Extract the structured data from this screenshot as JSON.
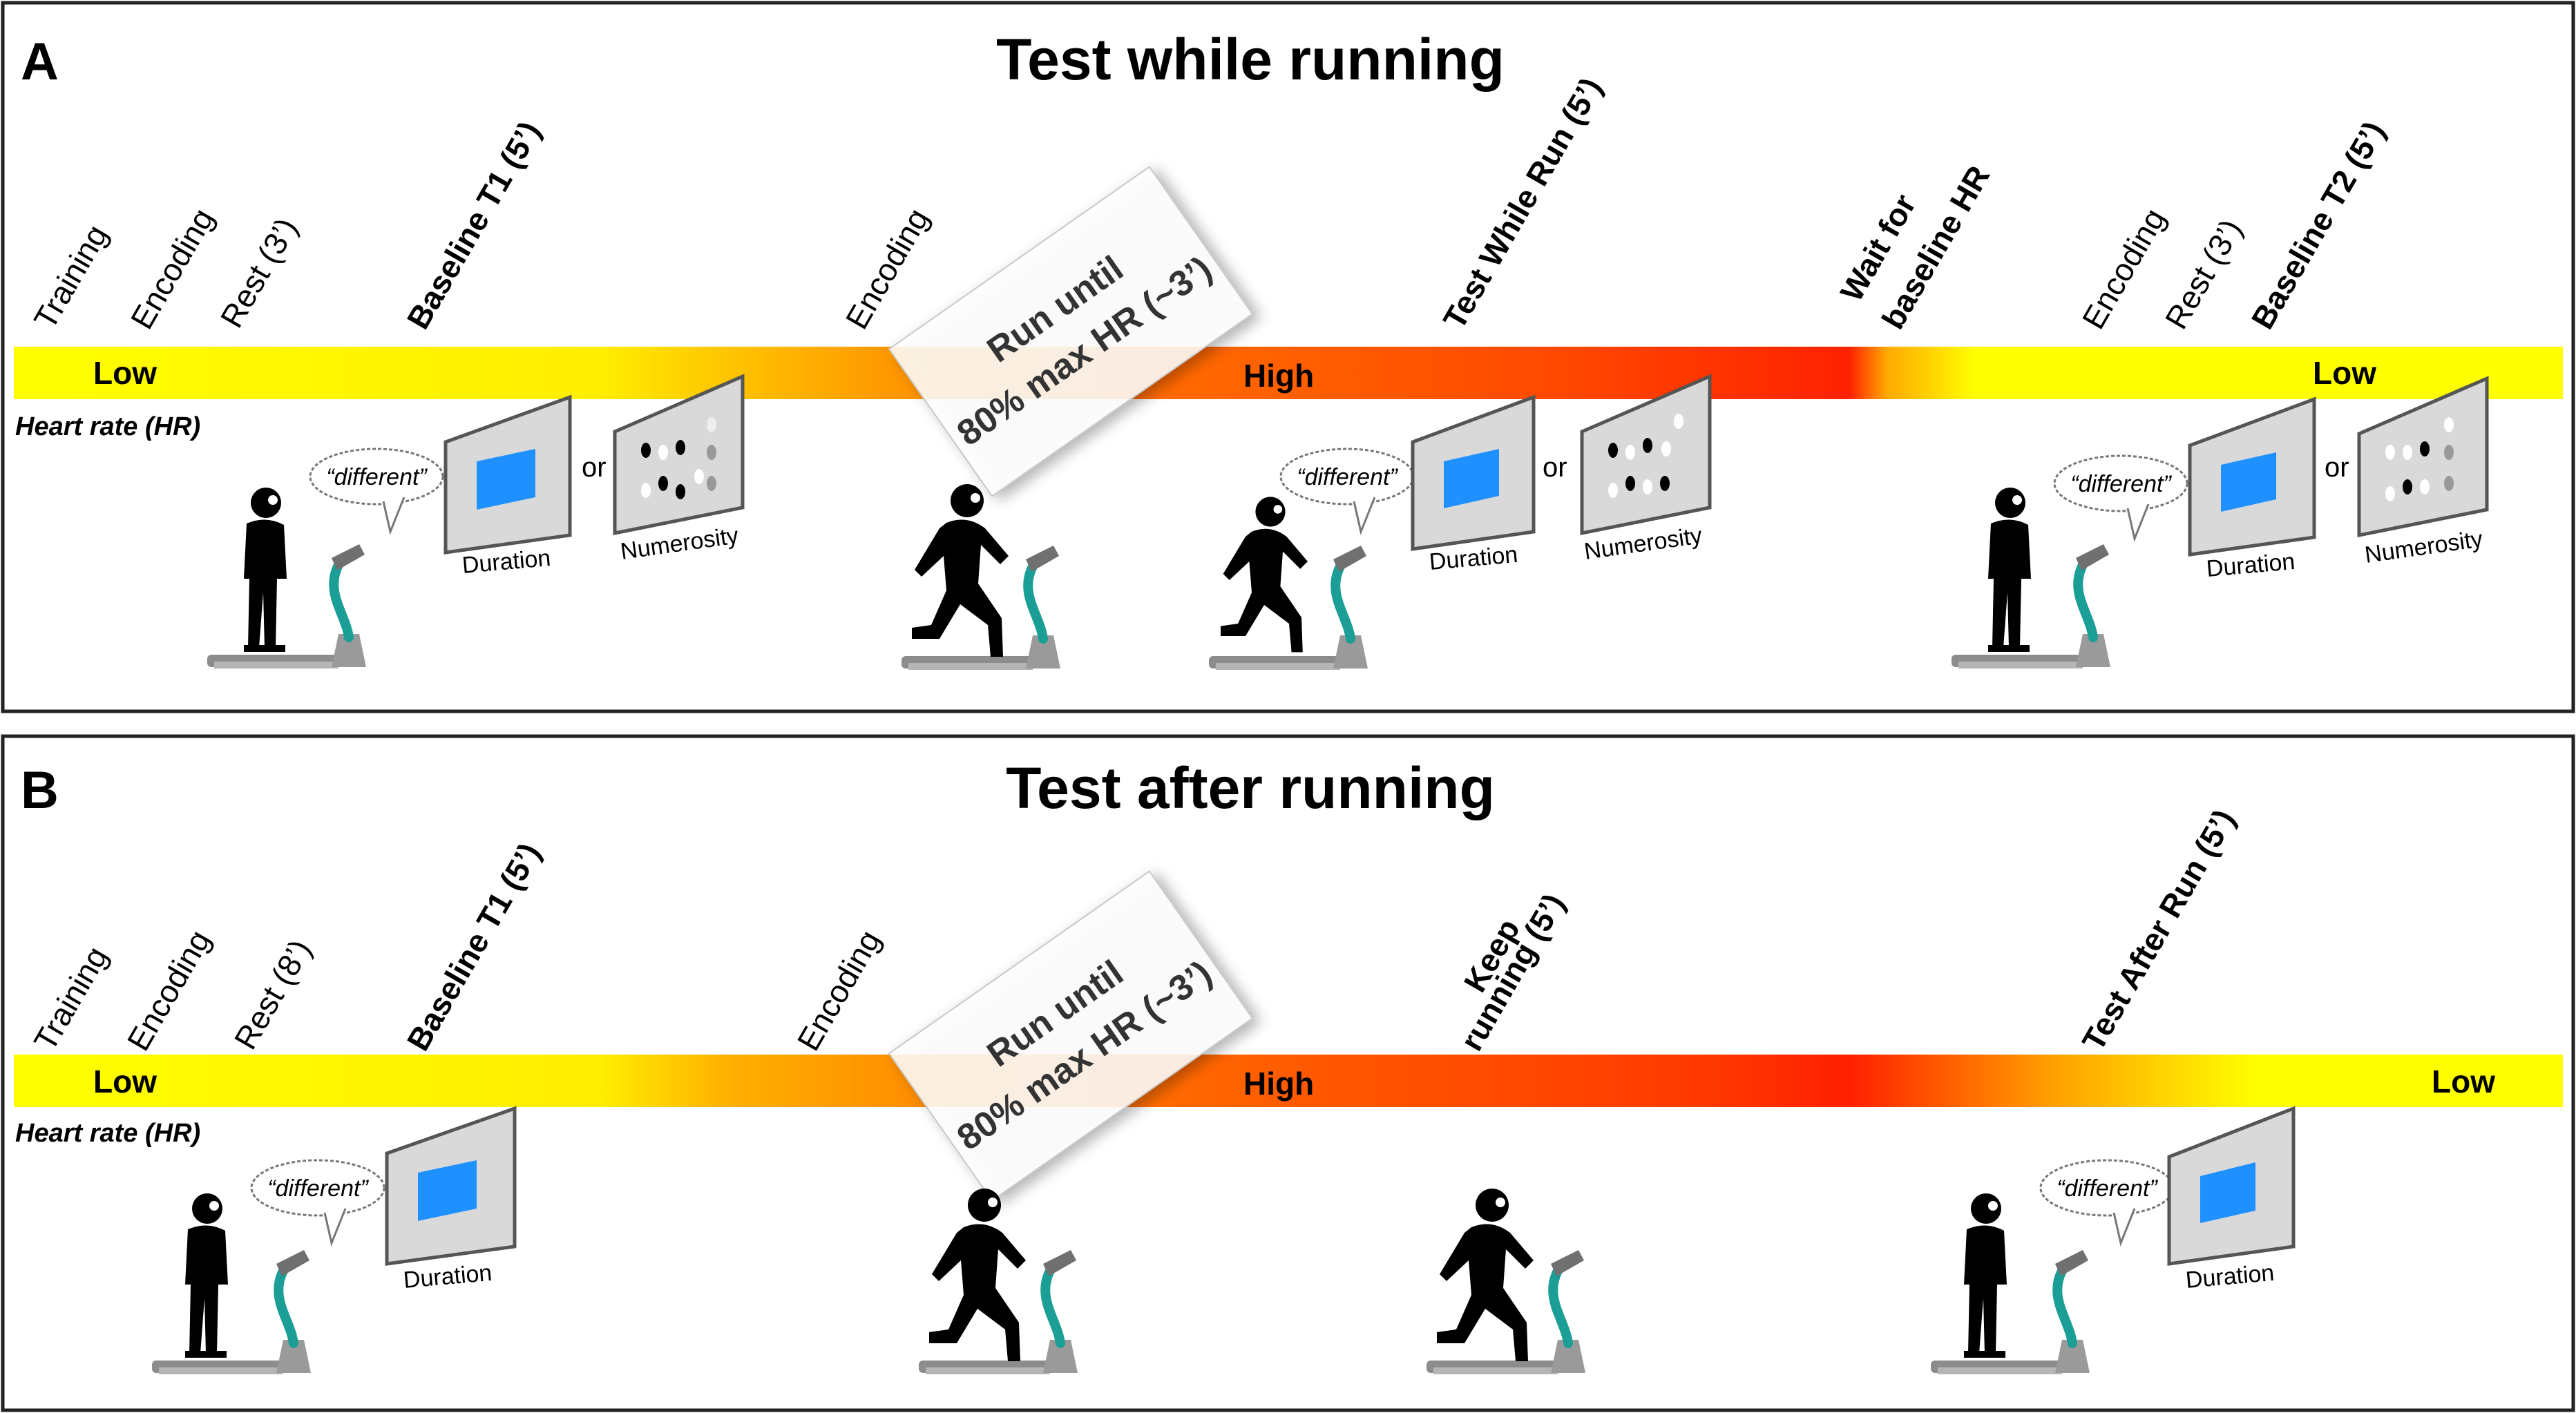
{
  "panels": [
    {
      "letter": "A",
      "title": "Test while running",
      "hr_levels": {
        "start": "Low",
        "middle": "High",
        "end": "Low"
      },
      "hr_axis_label": "Heart rate (HR)",
      "phases": {
        "training": "Training",
        "encoding_1": "Encoding",
        "rest": "Rest (3’)",
        "baseline_t1": "Baseline T1 (5’)",
        "encoding_2": "Encoding",
        "test_while_run": "Test While Run (5’)",
        "wait_line1": "Wait for",
        "wait_line2": "baseline HR",
        "encoding_3": "Encoding",
        "rest_2": "Rest (3’)",
        "baseline_t2": "Baseline T2 (5’)"
      },
      "run_card": {
        "line1": "Run until",
        "line2": "80% max HR (~3’)"
      },
      "tasks": {
        "speech": "“different”",
        "or": "or",
        "duration": "Duration",
        "numerosity": "Numerosity"
      },
      "accent_color": "#1e90ff"
    },
    {
      "letter": "B",
      "title": "Test after running",
      "hr_levels": {
        "start": "Low",
        "middle": "High",
        "end": "Low"
      },
      "hr_axis_label": "Heart rate (HR)",
      "phases": {
        "training": "Training",
        "encoding_1": "Encoding",
        "rest": "Rest (8’)",
        "baseline_t1": "Baseline T1 (5’)",
        "encoding_2": "Encoding",
        "keep_line1": "Keep",
        "keep_line2": "running (5’)",
        "test_after_run": "Test After Run (5’)"
      },
      "run_card": {
        "line1": "Run until",
        "line2": "80% max HR (~3’)"
      },
      "tasks": {
        "speech": "“different”",
        "duration": "Duration"
      },
      "accent_color": "#1e90ff"
    }
  ]
}
